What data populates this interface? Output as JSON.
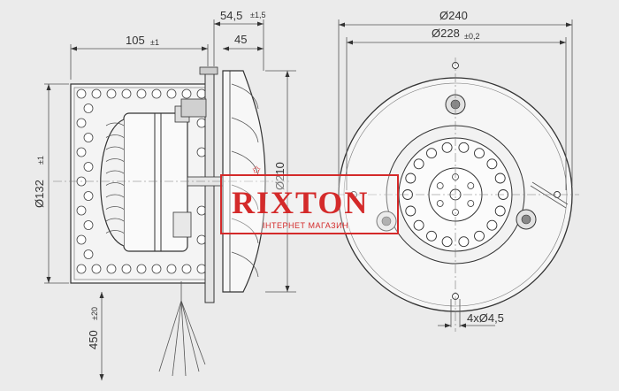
{
  "dimensions": {
    "d105": {
      "value": "105",
      "tol": "±1"
    },
    "d54_5": {
      "value": "54,5",
      "tol": "±1,5"
    },
    "d45": {
      "value": "45",
      "tol": ""
    },
    "d132": {
      "value": "Ø132",
      "tol": "±1"
    },
    "d210": {
      "value": "Ø210",
      "tol": ""
    },
    "d450": {
      "value": "450",
      "tol": "±20"
    },
    "d240": {
      "value": "Ø240",
      "tol": ""
    },
    "d228": {
      "value": "Ø228",
      "tol": "±0,2"
    },
    "holes": {
      "value": "4xØ4,5",
      "tol": ""
    }
  },
  "watermark": {
    "brand": "RIXTON",
    "subtitle": "ІНТЕРНЕТ МАГАЗИН",
    "color": "#d42a2a"
  }
}
